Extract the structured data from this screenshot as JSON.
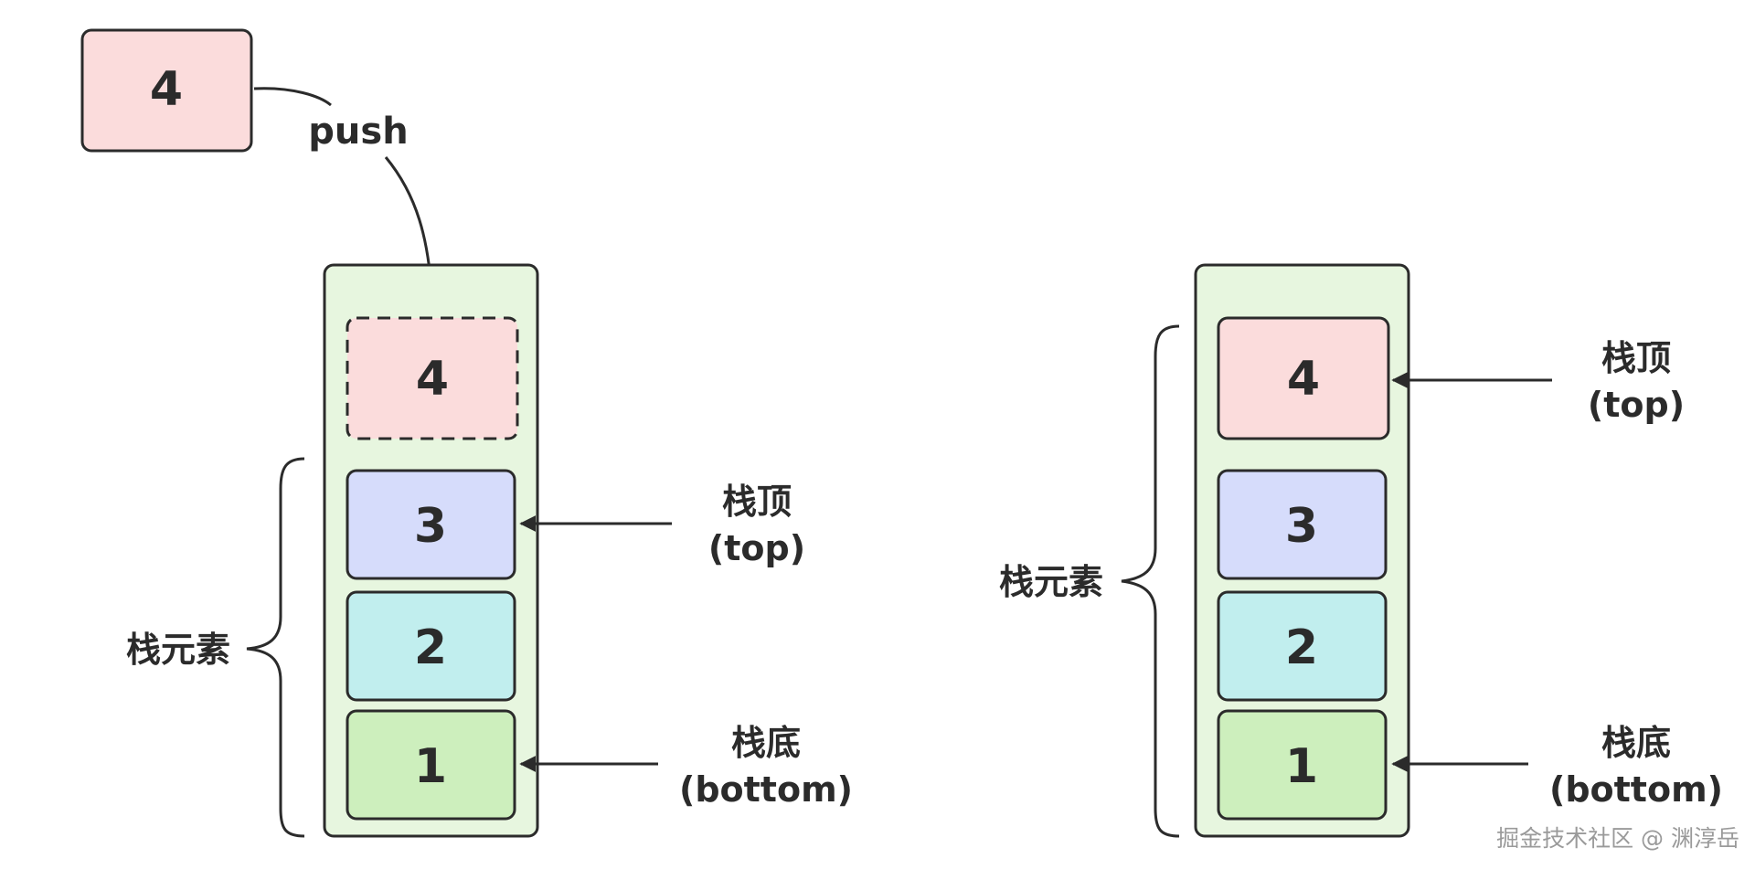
{
  "colors": {
    "stack_bg": "#e7f6df",
    "box_4": "#fbdcdc",
    "box_3": "#d6dcfb",
    "box_2": "#c1eeee",
    "box_1": "#cdefbd",
    "stroke": "#2b2b2b"
  },
  "push_box": {
    "value": "4"
  },
  "push_label": "push",
  "left_stack": {
    "pending": {
      "value": "4"
    },
    "items": [
      {
        "value": "3"
      },
      {
        "value": "2"
      },
      {
        "value": "1"
      }
    ],
    "brace_label": "栈元素",
    "top_label": {
      "line1": "栈顶",
      "line2": "(top)"
    },
    "bottom_label": {
      "line1": "栈底",
      "line2": "(bottom)"
    }
  },
  "right_stack": {
    "items": [
      {
        "value": "4"
      },
      {
        "value": "3"
      },
      {
        "value": "2"
      },
      {
        "value": "1"
      }
    ],
    "brace_label": "栈元素",
    "top_label": {
      "line1": "栈顶",
      "line2": "(top)"
    },
    "bottom_label": {
      "line1": "栈底",
      "line2": "(bottom)"
    }
  },
  "watermark": "掘金技术社区 @ 渊淳岳"
}
